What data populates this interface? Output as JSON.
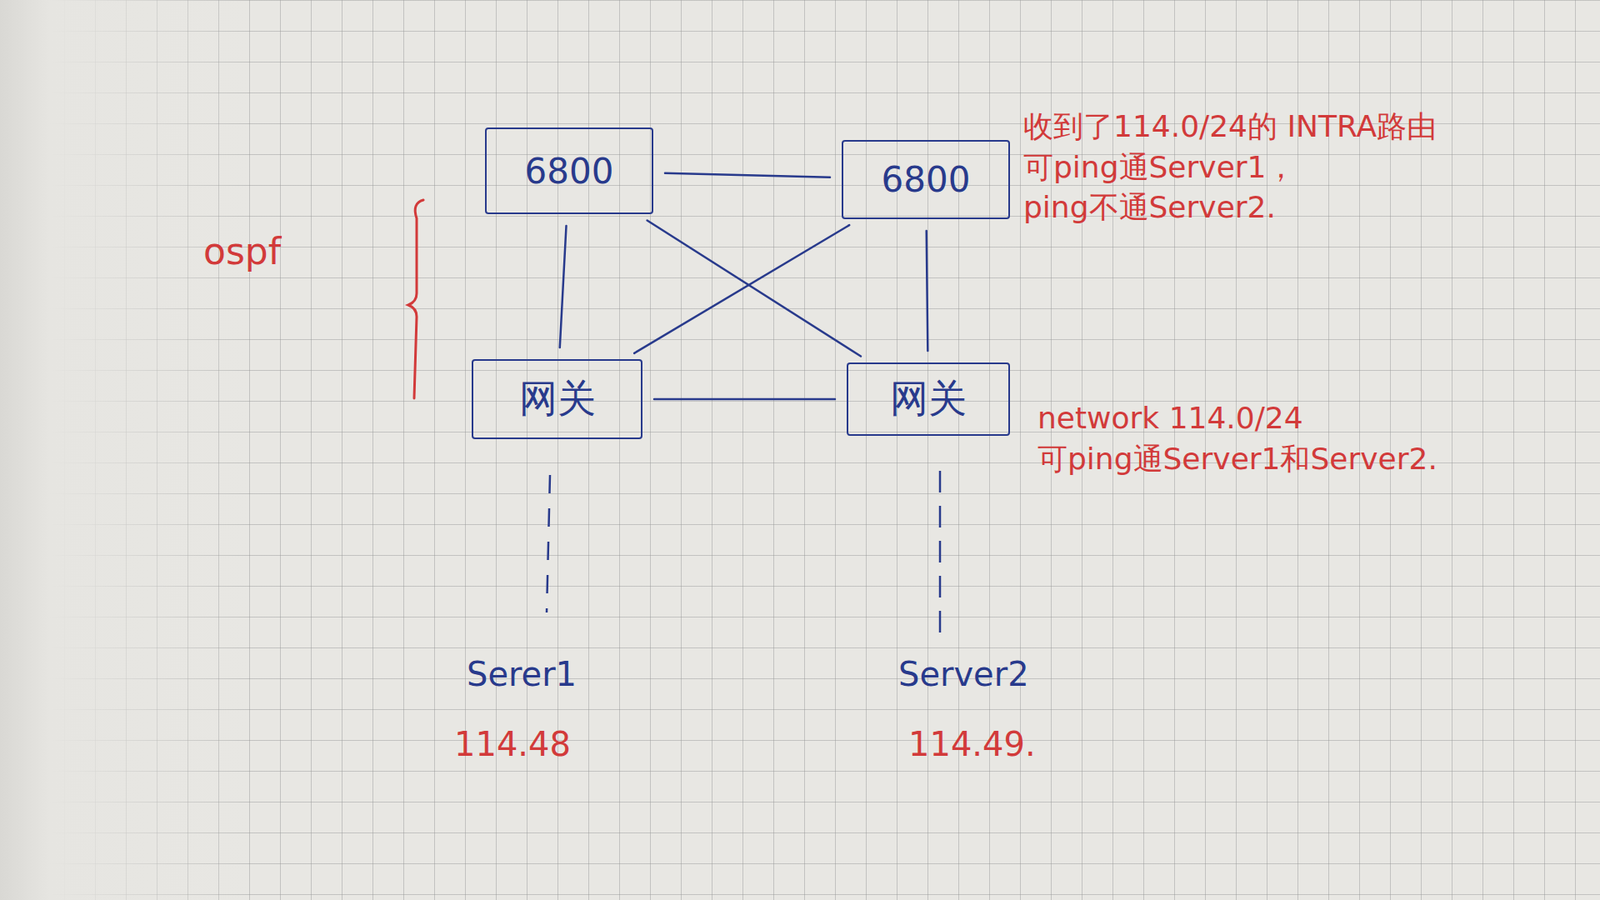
{
  "diagram": {
    "nodes": [
      {
        "text": [
          "6800"
        ]
      },
      {
        "text": [
          "6800"
        ]
      },
      {
        "text": [
          "网关"
        ]
      },
      {
        "text": [
          "网关"
        ]
      }
    ],
    "edges": [
      {
        "from": 0,
        "to": 1,
        "arrow": "none"
      },
      {
        "from": 0,
        "to": 2,
        "arrow": "none"
      },
      {
        "from": 1,
        "to": 3,
        "arrow": "none"
      },
      {
        "from": 0,
        "to": 3,
        "arrow": "none"
      },
      {
        "from": 1,
        "to": 2,
        "arrow": "none"
      },
      {
        "from": 2,
        "to": 3,
        "arrow": "none"
      }
    ],
    "labels": [
      "收到了114.0/24的 INTRA路由 可ping通Server1， ping不通Server2.",
      "ospf",
      "network 114.0/24 可ping通Server1和Server2.",
      "Serer1",
      "Server2",
      "114.48",
      "114.49."
    ]
  }
}
